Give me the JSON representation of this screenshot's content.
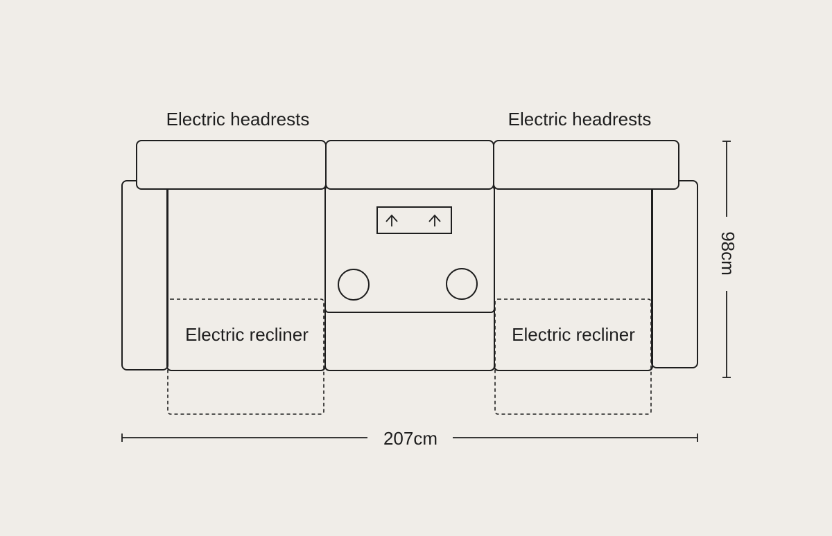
{
  "labels": {
    "headrest_left": "Electric headrests",
    "headrest_right": "Electric headrests",
    "recliner_left": "Electric recliner",
    "recliner_right": "Electric recliner"
  },
  "dimensions": {
    "width": "207cm",
    "depth": "98cm"
  },
  "colors": {
    "background": "#f0ede8",
    "line": "#1e1e1e"
  },
  "icons": {
    "console_buttons": "up-arrow-icon",
    "cup_holders": "cup-holder-icon"
  }
}
